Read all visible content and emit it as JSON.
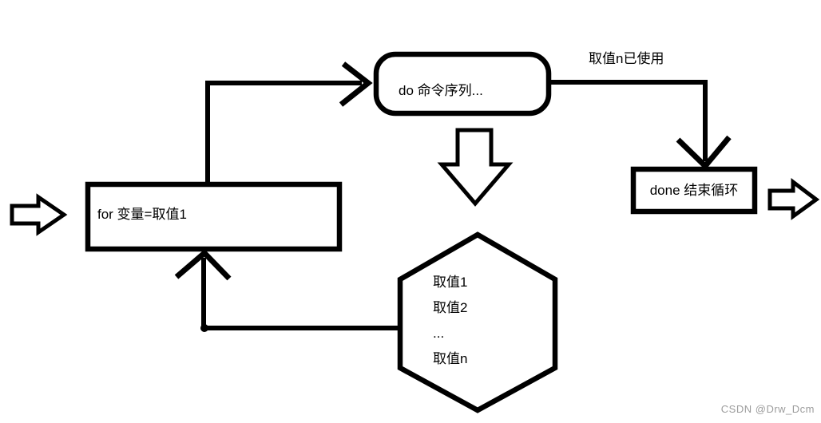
{
  "diagram": {
    "do_box": {
      "label": "do 命令序列..."
    },
    "for_box": {
      "label": "for 变量=取值1"
    },
    "done_box": {
      "label": "done 结束循环"
    },
    "hexagon": {
      "lines": [
        "取值1",
        "取值2",
        "...",
        "取值n"
      ]
    },
    "edge_label": "取值n已使用",
    "colors": {
      "stroke": "#000000",
      "background": "#ffffff",
      "watermark": "#9c9c9c"
    }
  },
  "watermark": {
    "text": "CSDN @Drw_Dcm"
  }
}
